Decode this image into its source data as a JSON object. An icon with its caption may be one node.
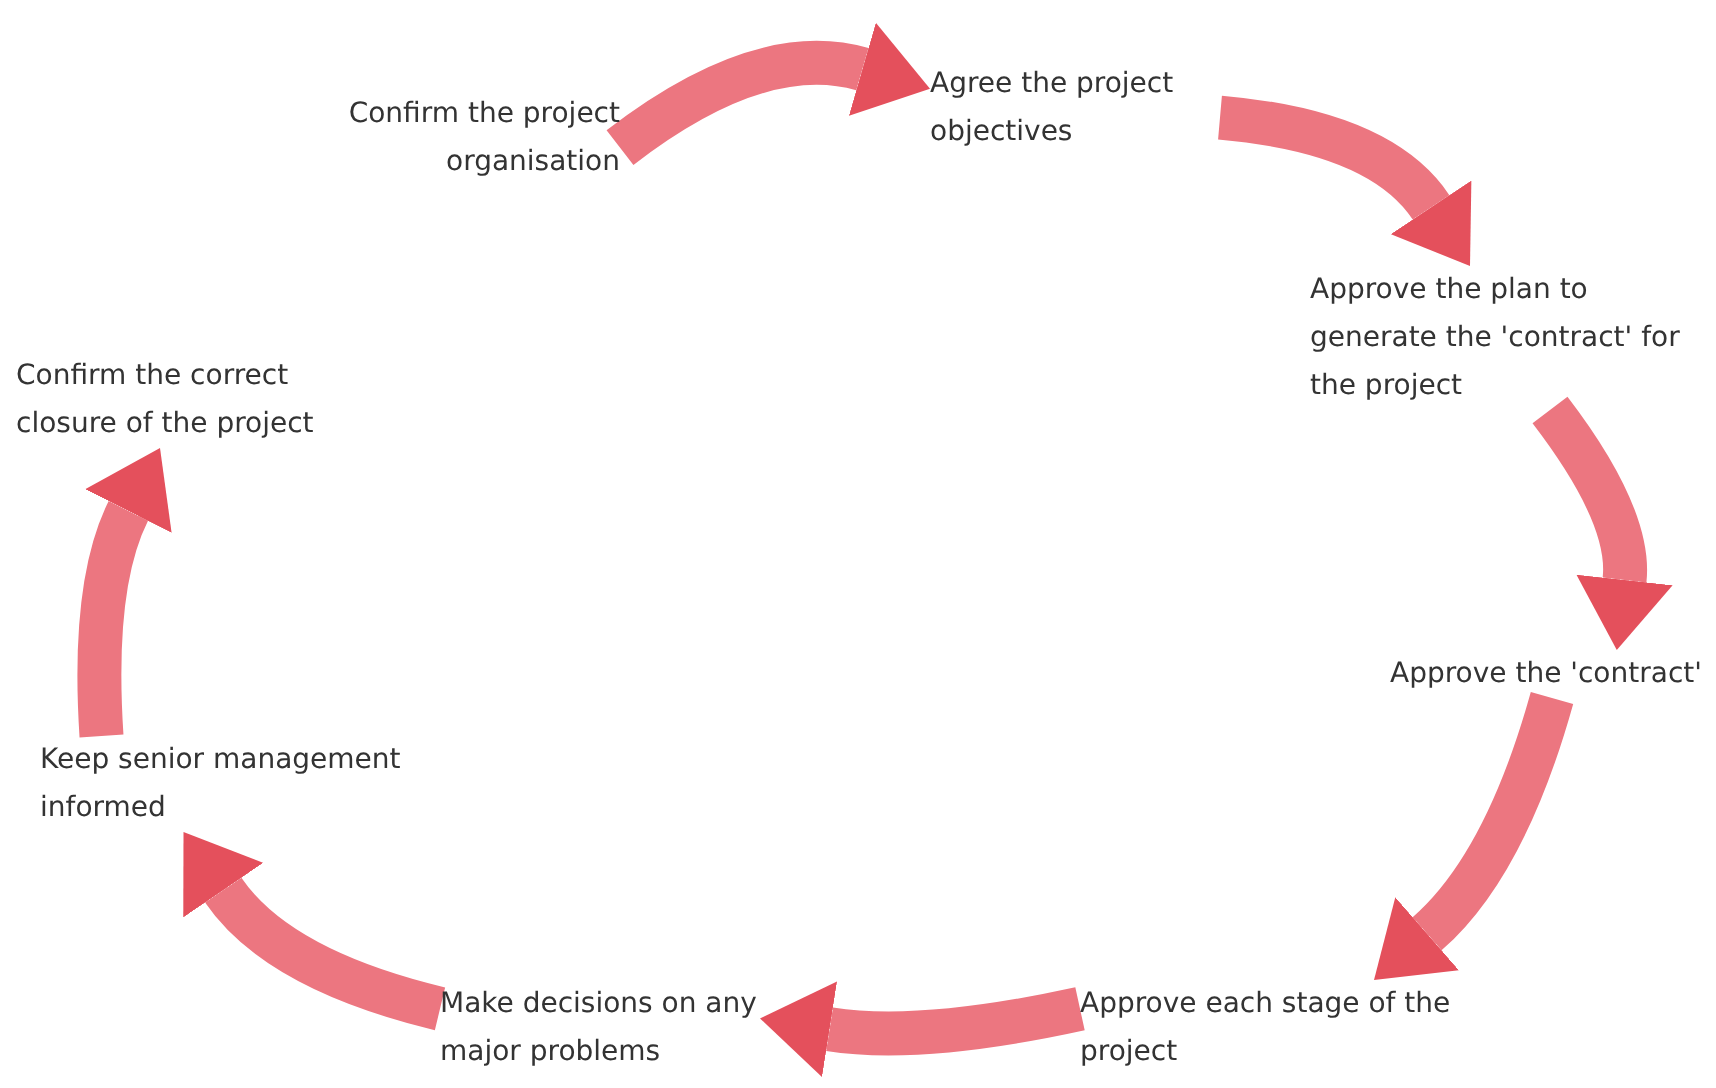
{
  "diagram": {
    "nodes": [
      {
        "text": [
          "Confirm the project organisation"
        ]
      },
      {
        "text": [
          "Agree the project objectives"
        ]
      },
      {
        "text": [
          "Approve the plan to generate the 'contract' for the project"
        ]
      },
      {
        "text": [
          "Approve the 'contract'"
        ]
      },
      {
        "text": [
          "Approve each stage of the project"
        ]
      },
      {
        "text": [
          "Make decisions on any major problems"
        ]
      },
      {
        "text": [
          "Keep senior management informed"
        ]
      },
      {
        "text": [
          "Confirm the correct closure of the project"
        ]
      }
    ],
    "edges": [
      {
        "from": 0,
        "to": 1,
        "arrow": "to"
      },
      {
        "from": 1,
        "to": 2,
        "arrow": "to"
      },
      {
        "from": 2,
        "to": 3,
        "arrow": "to"
      },
      {
        "from": 3,
        "to": 4,
        "arrow": "to"
      },
      {
        "from": 4,
        "to": 5,
        "arrow": "to"
      },
      {
        "from": 5,
        "to": 6,
        "arrow": "to"
      },
      {
        "from": 6,
        "to": 7,
        "arrow": "to"
      }
    ]
  }
}
